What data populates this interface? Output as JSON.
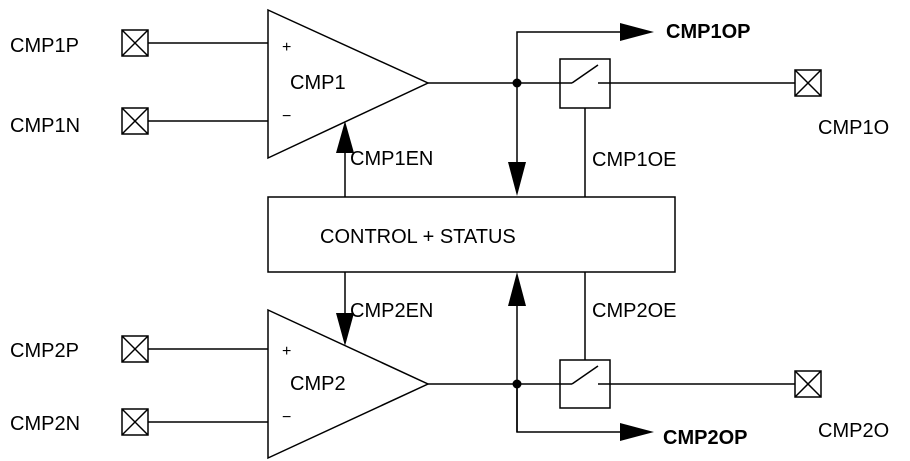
{
  "pins": {
    "cmp1p": "CMP1P",
    "cmp1n": "CMP1N",
    "cmp2p": "CMP2P",
    "cmp2n": "CMP2N",
    "cmp1o": "CMP1O",
    "cmp2o": "CMP2O"
  },
  "comparators": {
    "cmp1": "CMP1",
    "cmp2": "CMP2",
    "plus": "+",
    "minus": "−"
  },
  "signals": {
    "cmp1en": "CMP1EN",
    "cmp2en": "CMP2EN",
    "cmp1oe": "CMP1OE",
    "cmp2oe": "CMP2OE",
    "cmp1op": "CMP1OP",
    "cmp2op": "CMP2OP"
  },
  "blocks": {
    "control": "CONTROL + STATUS"
  }
}
